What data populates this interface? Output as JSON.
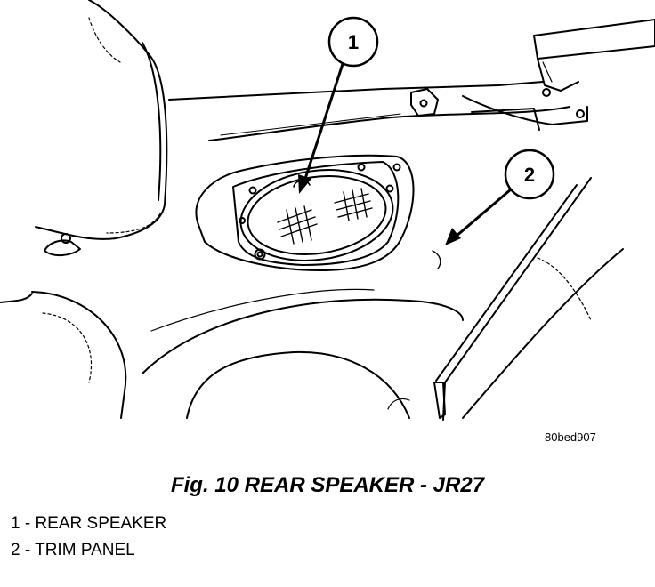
{
  "figure": {
    "caption": "Fig. 10 REAR SPEAKER - JR27",
    "drawing_code": "80bed907"
  },
  "callouts": [
    {
      "number": "1"
    },
    {
      "number": "2"
    }
  ],
  "legend": [
    {
      "text": "1 - REAR SPEAKER"
    },
    {
      "text": "2 - TRIM PANEL"
    }
  ]
}
